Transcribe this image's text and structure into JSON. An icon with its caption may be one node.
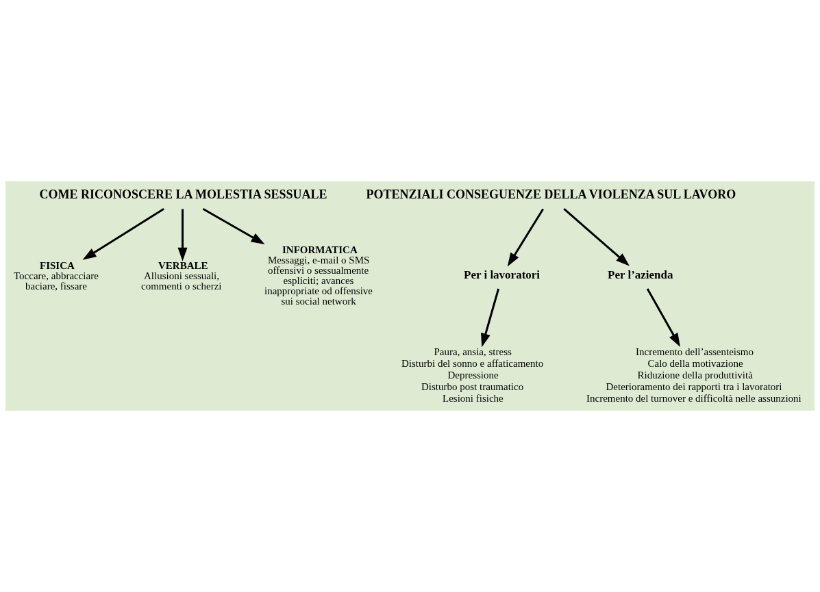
{
  "diagram": {
    "nodes": [
      {
        "text": [
          "COME RICONOSCERE LA MOLESTIA SESSUALE"
        ]
      },
      {
        "text": [
          "FISICA",
          "Toccare, abbracciare baciare, fissare"
        ]
      },
      {
        "text": [
          "VERBALE",
          "Allusioni sessuali, commenti o scherzi"
        ]
      },
      {
        "text": [
          "INFORMATICA",
          "Messaggi, e-mail o SMS offensivi o sessualmente espliciti; avances inappropriate od offensive sui social network"
        ]
      },
      {
        "text": [
          "POTENZIALI CONSEGUENZE DELLA VIOLENZA SUL LAVORO"
        ]
      },
      {
        "text": [
          "Per i lavoratori"
        ]
      },
      {
        "text": [
          "Paura, ansia, stress",
          "Disturbi del sonno e affaticamento",
          "Depressione",
          "Disturbo post traumatico",
          "Lesioni fisiche"
        ]
      },
      {
        "text": [
          "Per l’azienda"
        ]
      },
      {
        "text": [
          "Incremento dell’assenteismo",
          "Calo della motivazione",
          "Riduzione della produttività",
          "Deterioramento dei rapporti tra i lavoratori",
          "Incremento del turnover e difficoltà nelle assunzioni"
        ]
      }
    ],
    "edges": [
      {
        "from": 0,
        "to": 1,
        "arrow": "to"
      },
      {
        "from": 0,
        "to": 2,
        "arrow": "to"
      },
      {
        "from": 0,
        "to": 3,
        "arrow": "to"
      },
      {
        "from": 4,
        "to": 5,
        "arrow": "to"
      },
      {
        "from": 4,
        "to": 7,
        "arrow": "to"
      },
      {
        "from": 5,
        "to": 6,
        "arrow": "to"
      },
      {
        "from": 7,
        "to": 8,
        "arrow": "to"
      }
    ]
  }
}
